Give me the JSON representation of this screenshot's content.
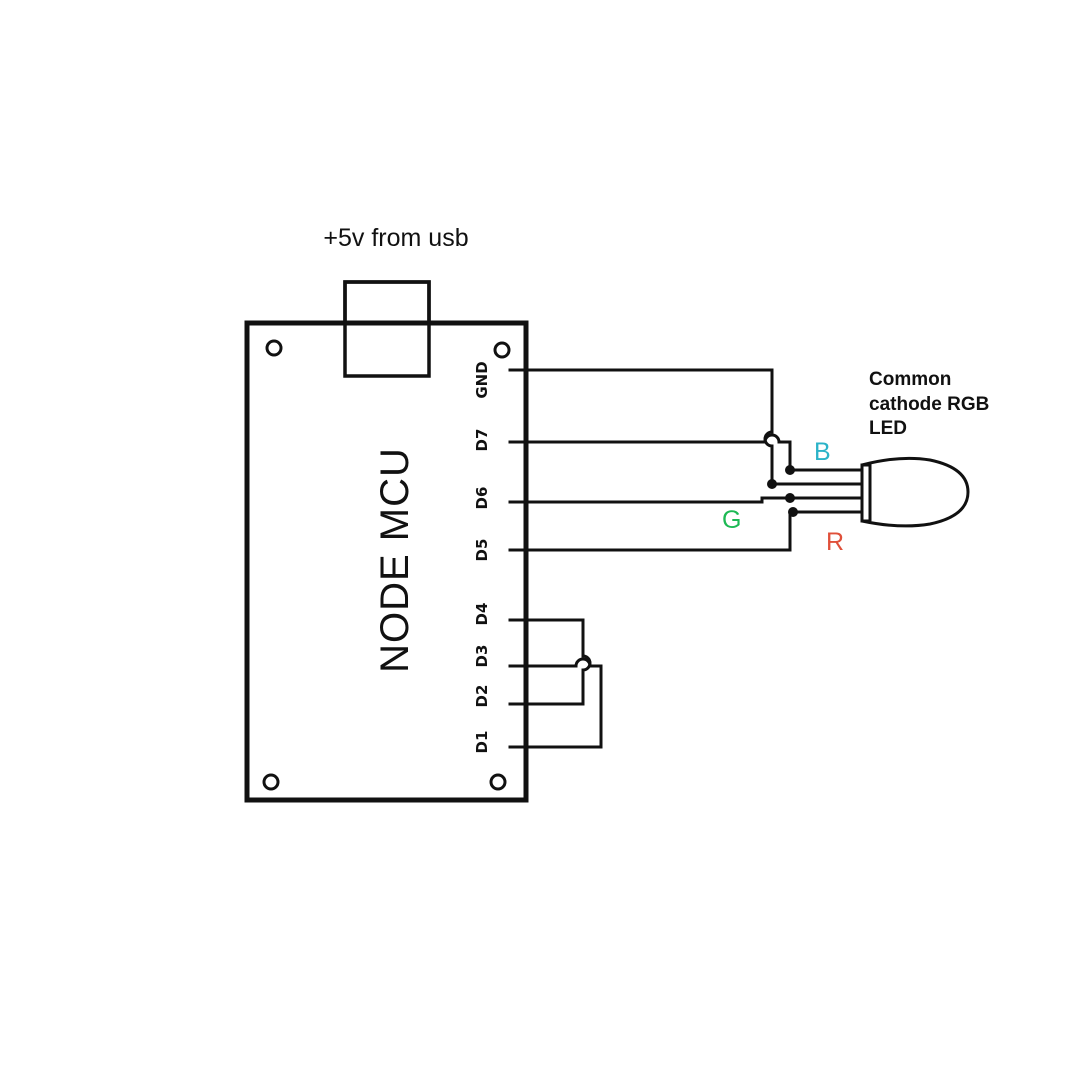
{
  "usb_label": "+5v from usb",
  "board": {
    "name": "NODE MCU",
    "pins": [
      "GND",
      "D7",
      "D6",
      "D5",
      "D4",
      "D3",
      "D2",
      "D1"
    ]
  },
  "led": {
    "caption_lines": [
      "Common",
      "cathode RGB",
      "LED"
    ],
    "channels": [
      {
        "label": "B",
        "color": "#2bb3c8"
      },
      {
        "label": "G",
        "color": "#1db954"
      },
      {
        "label": "R",
        "color": "#e0503a"
      }
    ]
  }
}
